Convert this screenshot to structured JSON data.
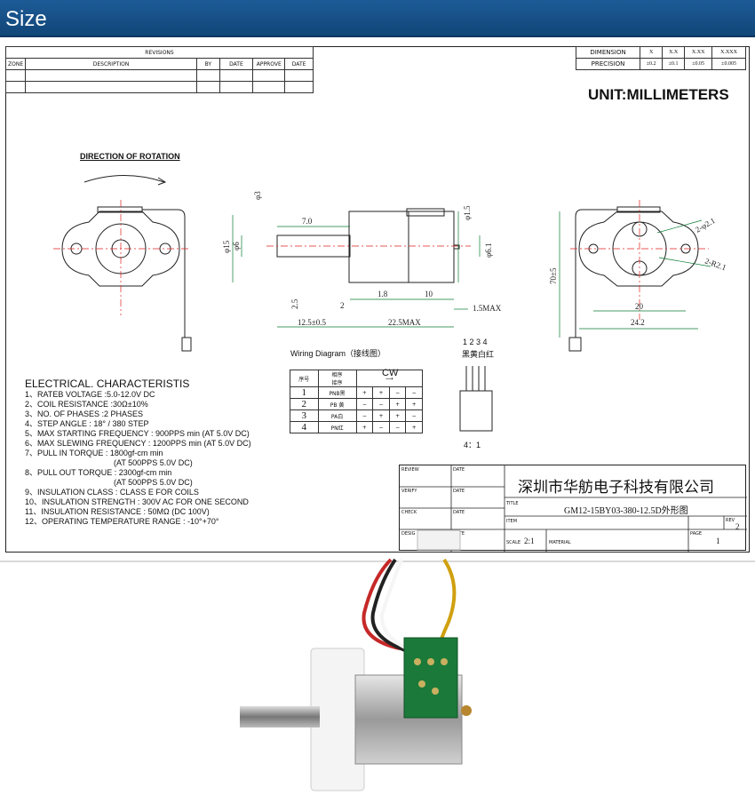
{
  "header": {
    "title": "Size"
  },
  "revisions": {
    "title": "REVISIONS",
    "columns": [
      "ZONE",
      "DESCRIPTION",
      "BY",
      "DATE",
      "APPROVE",
      "DATE"
    ]
  },
  "dimension_table": {
    "row1_label": "DIMENSION",
    "row1": [
      "X",
      "X.X",
      "X.XX",
      "X.XXX"
    ],
    "row2_label": "PRECISION",
    "row2": [
      "±0.2",
      "±0.1",
      "±0.05",
      "±0.005"
    ]
  },
  "unit_label": "UNIT:MILLIMETERS",
  "rotation_title": "DIRECTION OF ROTATION",
  "dimensions": {
    "d_shaft": "φ3",
    "d7": "7.0",
    "d15": "φ15",
    "d6": "φ6",
    "d2": "2",
    "d18": "1.8",
    "d10": "10",
    "d25": "2.5",
    "d15max": "1.5MAX",
    "d125": "12.5±0.5",
    "d225": "22.5MAX",
    "d61": "φ6.1",
    "d15b": "φ1.5",
    "d22": "2-φ2.1",
    "d28": "2-R2.1",
    "d20": "20",
    "d242": "24.2",
    "d705": "70±5"
  },
  "electrical": {
    "heading": "ELECTRICAL. CHARACTERISTIS",
    "lines": [
      "1、RATEB VOLTAGE :5.0-12.0V DC",
      "2、COIL RESISTANCE :30Ω±10%",
      "3、NO. OF PHASES :2 PHASES",
      "4、STEP ANGLE : 18° / 380 STEP",
      "5、MAX STARTING FREQUENCY : 900PPS min (AT 5.0V DC)",
      "6、MAX SLEWING FREQUENCY : 1200PPS min (AT 5.0V DC)",
      "7、PULL IN TORQUE : 1800gf-cm min",
      "(AT 500PPS 5.0V DC)",
      "8、PULL OUT TORQUE : 2300gf-cm min",
      "(AT 500PPS 5.0V DC)",
      "9、INSULATION CLASS : CLASS E FOR COILS",
      "10、INSULATION STRENGTH : 300V AC FOR ONE SECOND",
      "11、INSULATION RESISTANCE : 50MΩ (DC 100V)",
      "12、OPERATING TEMPERATURE RANGE : -10°+70°"
    ]
  },
  "wiring": {
    "title": "Wiring Diagram（接线图）",
    "cw": "CW",
    "head_a": "序号",
    "head_b": "相序",
    "head_c": "接序",
    "rows": [
      {
        "n": "1",
        "name": "PNB黑",
        "v": [
          "+",
          "+",
          "−",
          "−"
        ]
      },
      {
        "n": "2",
        "name": "PB 黄",
        "v": [
          "−",
          "−",
          "+",
          "+"
        ]
      },
      {
        "n": "3",
        "name": "PA白",
        "v": [
          "−",
          "+",
          "+",
          "−"
        ]
      },
      {
        "n": "4",
        "name": "PN红",
        "v": [
          "+",
          "−",
          "−",
          "+"
        ]
      }
    ],
    "pin_numbers": "1 2 3 4",
    "pin_colors": "黑黄白红",
    "ratio": "4：1"
  },
  "title_block": {
    "review": "REVIEW",
    "verify": "VERIFY",
    "check": "CHECK",
    "design": "DESIG",
    "date": "DATE",
    "title_label": "TITLE",
    "item_label": "ITEM",
    "rev_label": "REV",
    "rev_value": "2",
    "page_label": "PAGE",
    "page_value": "1",
    "scale_label": "SCALE",
    "scale_value": "2:1",
    "material_label": "MATERIAL",
    "company": "深圳市华舫电子科技有限公司",
    "drawing_no": "GM12-15BY03-380-12.5D外形图"
  },
  "colors": {
    "header_bg": "#1a5590",
    "center_line": "#e02020",
    "dim_line": "#0a7a32"
  }
}
